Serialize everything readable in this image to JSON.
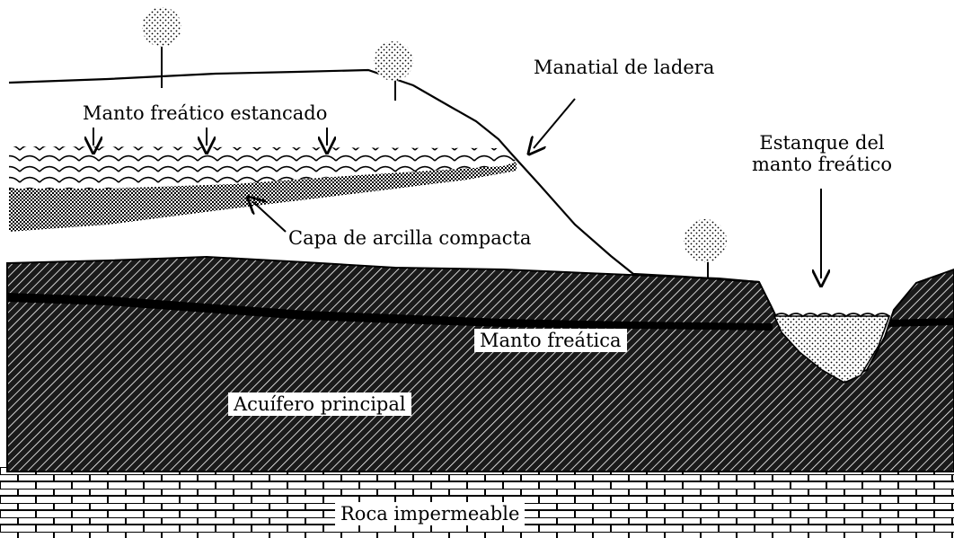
{
  "labels": {
    "manatial": "Manatial de ladera",
    "estancado": "Manto freático estancado",
    "estanque_1": "Estanque del",
    "estanque_2": "manto freático",
    "arcilla": "Capa de arcilla compacta",
    "manto": "Manto freática",
    "acuifero": "Acuífero principal",
    "roca": "Roca impermeable"
  },
  "colors": {
    "ink": "#000000",
    "paper": "#ffffff"
  }
}
